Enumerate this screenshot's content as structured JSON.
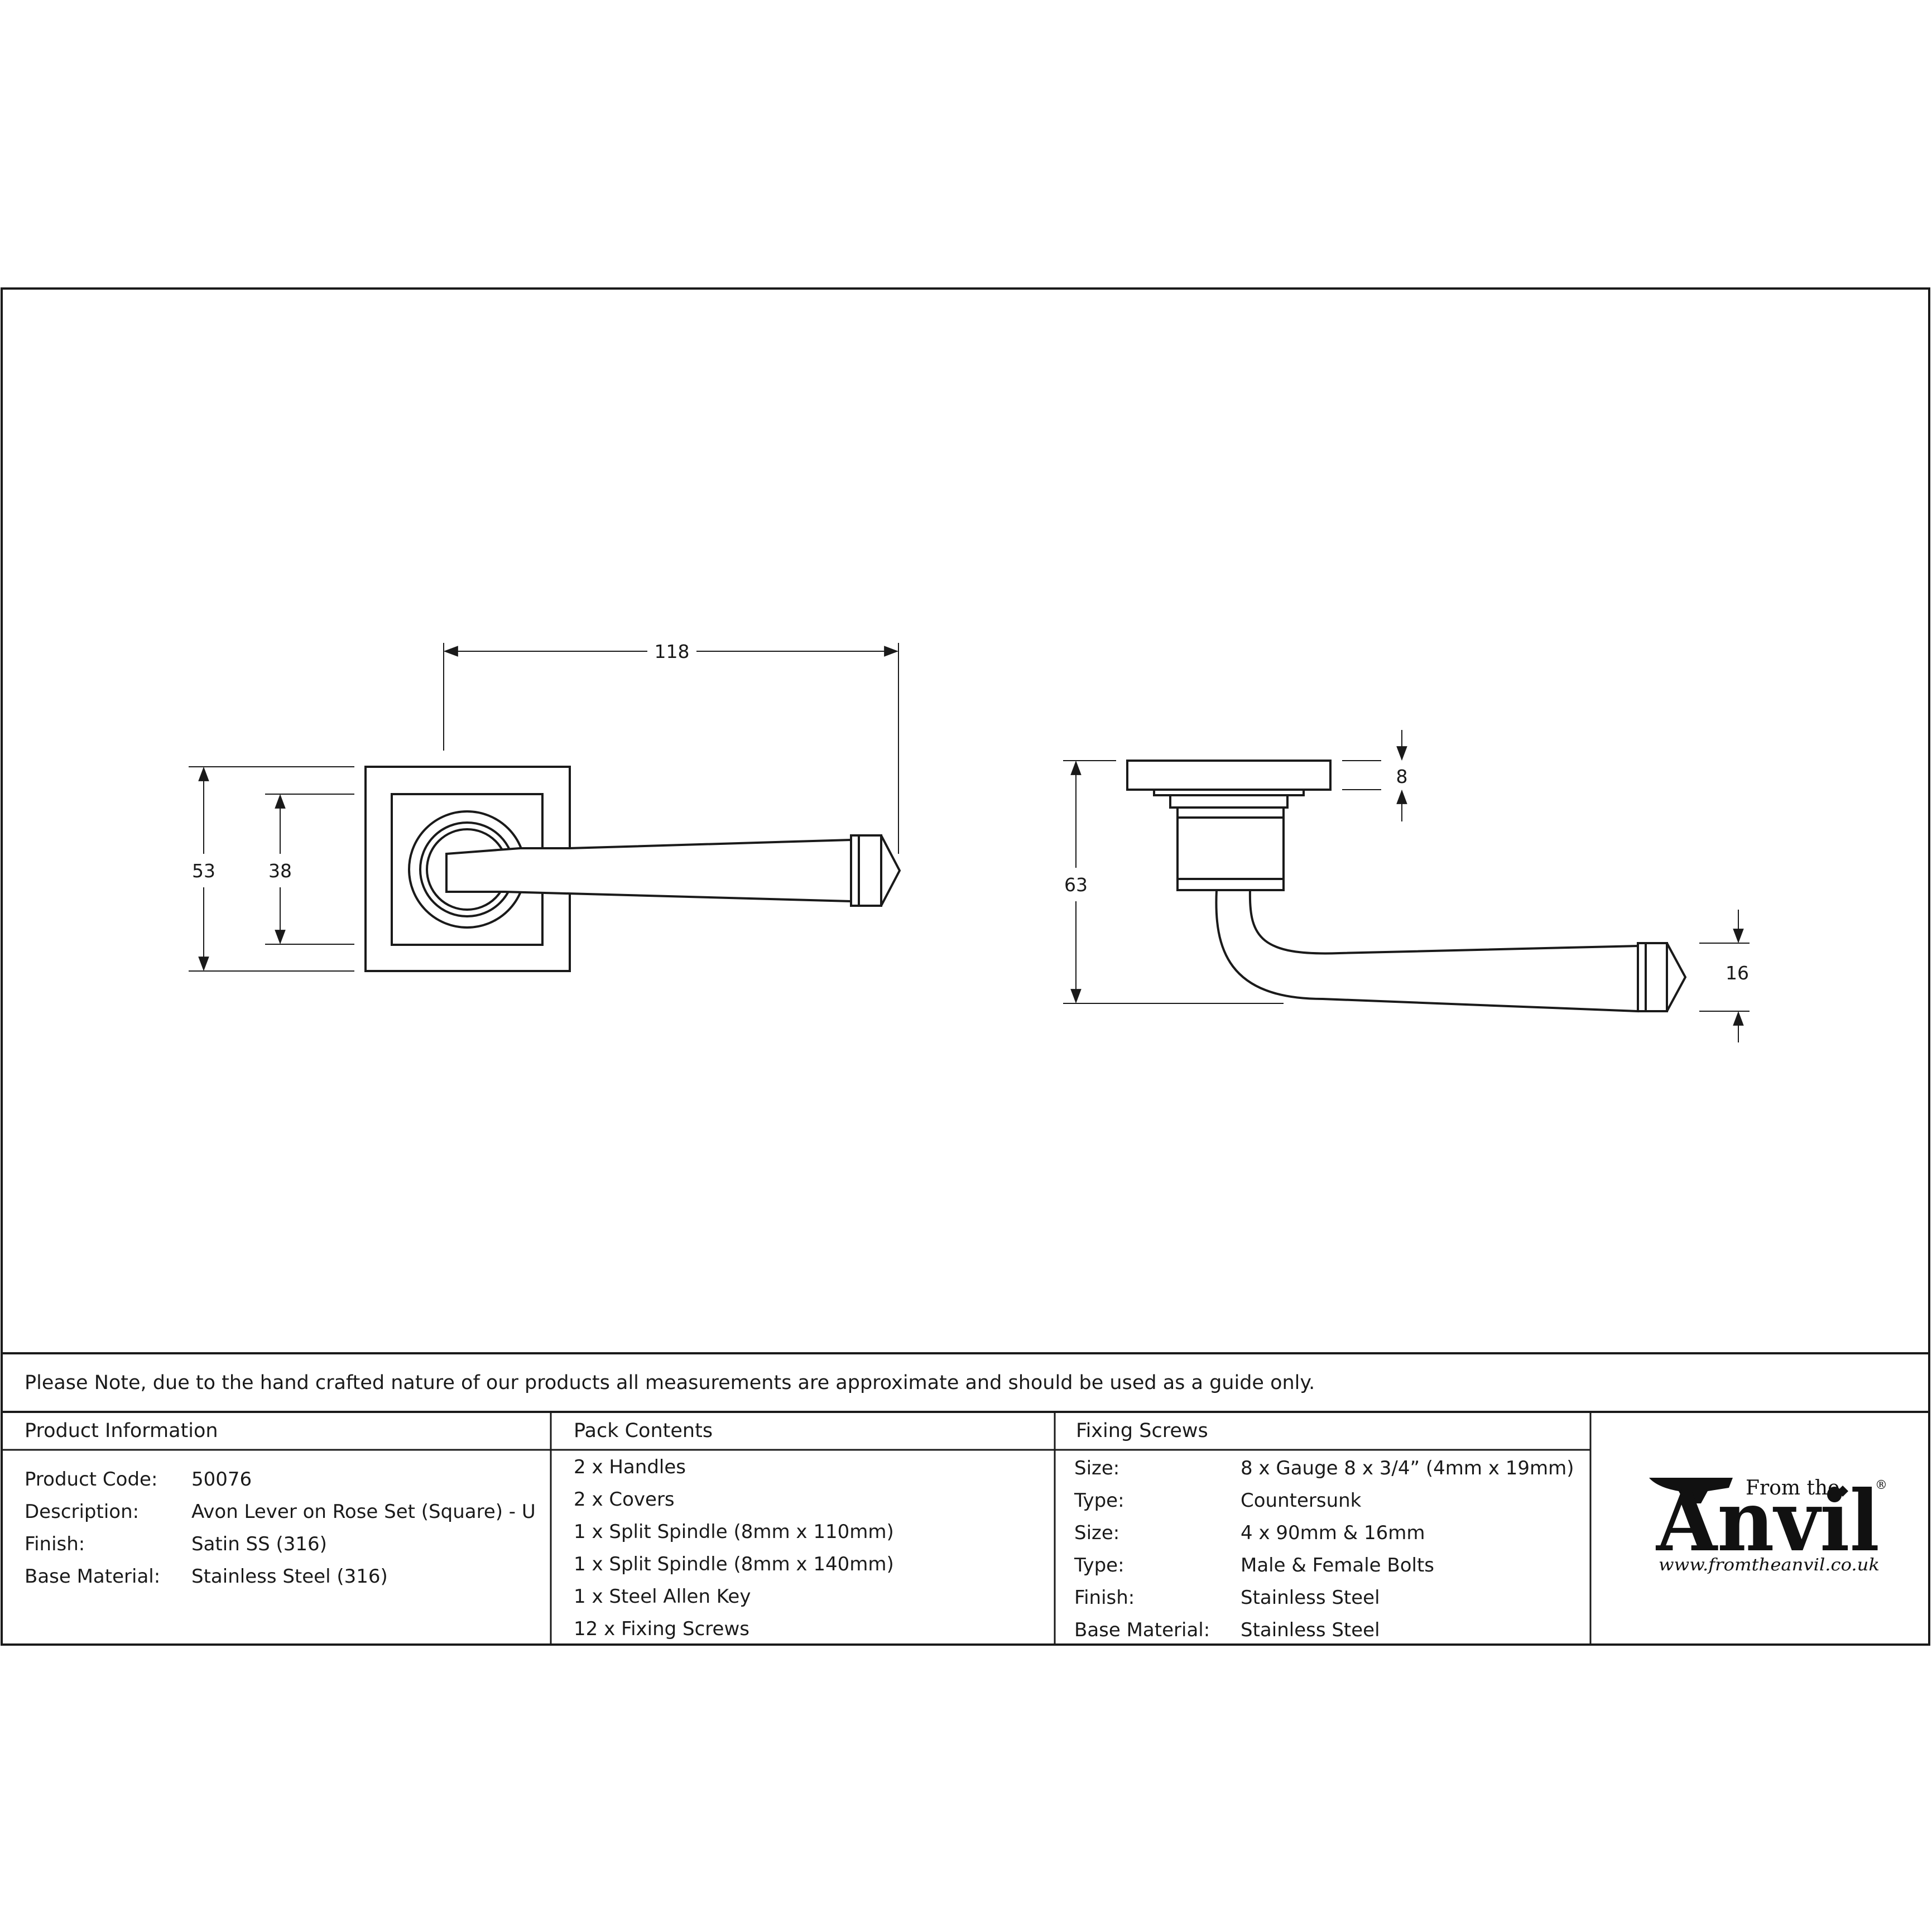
{
  "drawing": {
    "front_view": {
      "width_label": "118",
      "rose_height_label": "53",
      "inner_height_label": "38"
    },
    "side_view": {
      "rose_depth_label": "8",
      "overall_depth_label": "63",
      "lever_end_label": "16"
    }
  },
  "note": "Please Note, due to the hand crafted nature of our products all measurements are approximate and should be used as a guide only.",
  "product_info": {
    "heading": "Product Information",
    "rows": [
      {
        "label": "Product Code:",
        "value": "50076"
      },
      {
        "label": "Description:",
        "value": "Avon Lever on Rose Set (Square) - U"
      },
      {
        "label": "Finish:",
        "value": "Satin SS (316)"
      },
      {
        "label": "Base Material:",
        "value": "Stainless Steel (316)"
      }
    ]
  },
  "pack_contents": {
    "heading": "Pack Contents",
    "items": [
      "2 x Handles",
      "2 x Covers",
      "1 x Split Spindle (8mm x 110mm)",
      "1 x Split Spindle (8mm x 140mm)",
      "1 x Steel Allen Key",
      "12 x Fixing Screws"
    ]
  },
  "fixing_screws": {
    "heading": "Fixing Screws",
    "rows": [
      {
        "label": "Size:",
        "value": "8 x Gauge 8 x 3/4” (4mm x 19mm)"
      },
      {
        "label": "Type:",
        "value": "Countersunk"
      },
      {
        "label": "Size:",
        "value": "4 x 90mm & 16mm"
      },
      {
        "label": "Type:",
        "value": "Male & Female Bolts"
      },
      {
        "label": "Finish:",
        "value": "Stainless Steel"
      },
      {
        "label": "Base Material:",
        "value": "Stainless Steel"
      }
    ]
  },
  "brand": {
    "from_the": "From the",
    "name": "Anvil",
    "registered": "®",
    "url": "www.fromtheanvil.co.uk"
  }
}
